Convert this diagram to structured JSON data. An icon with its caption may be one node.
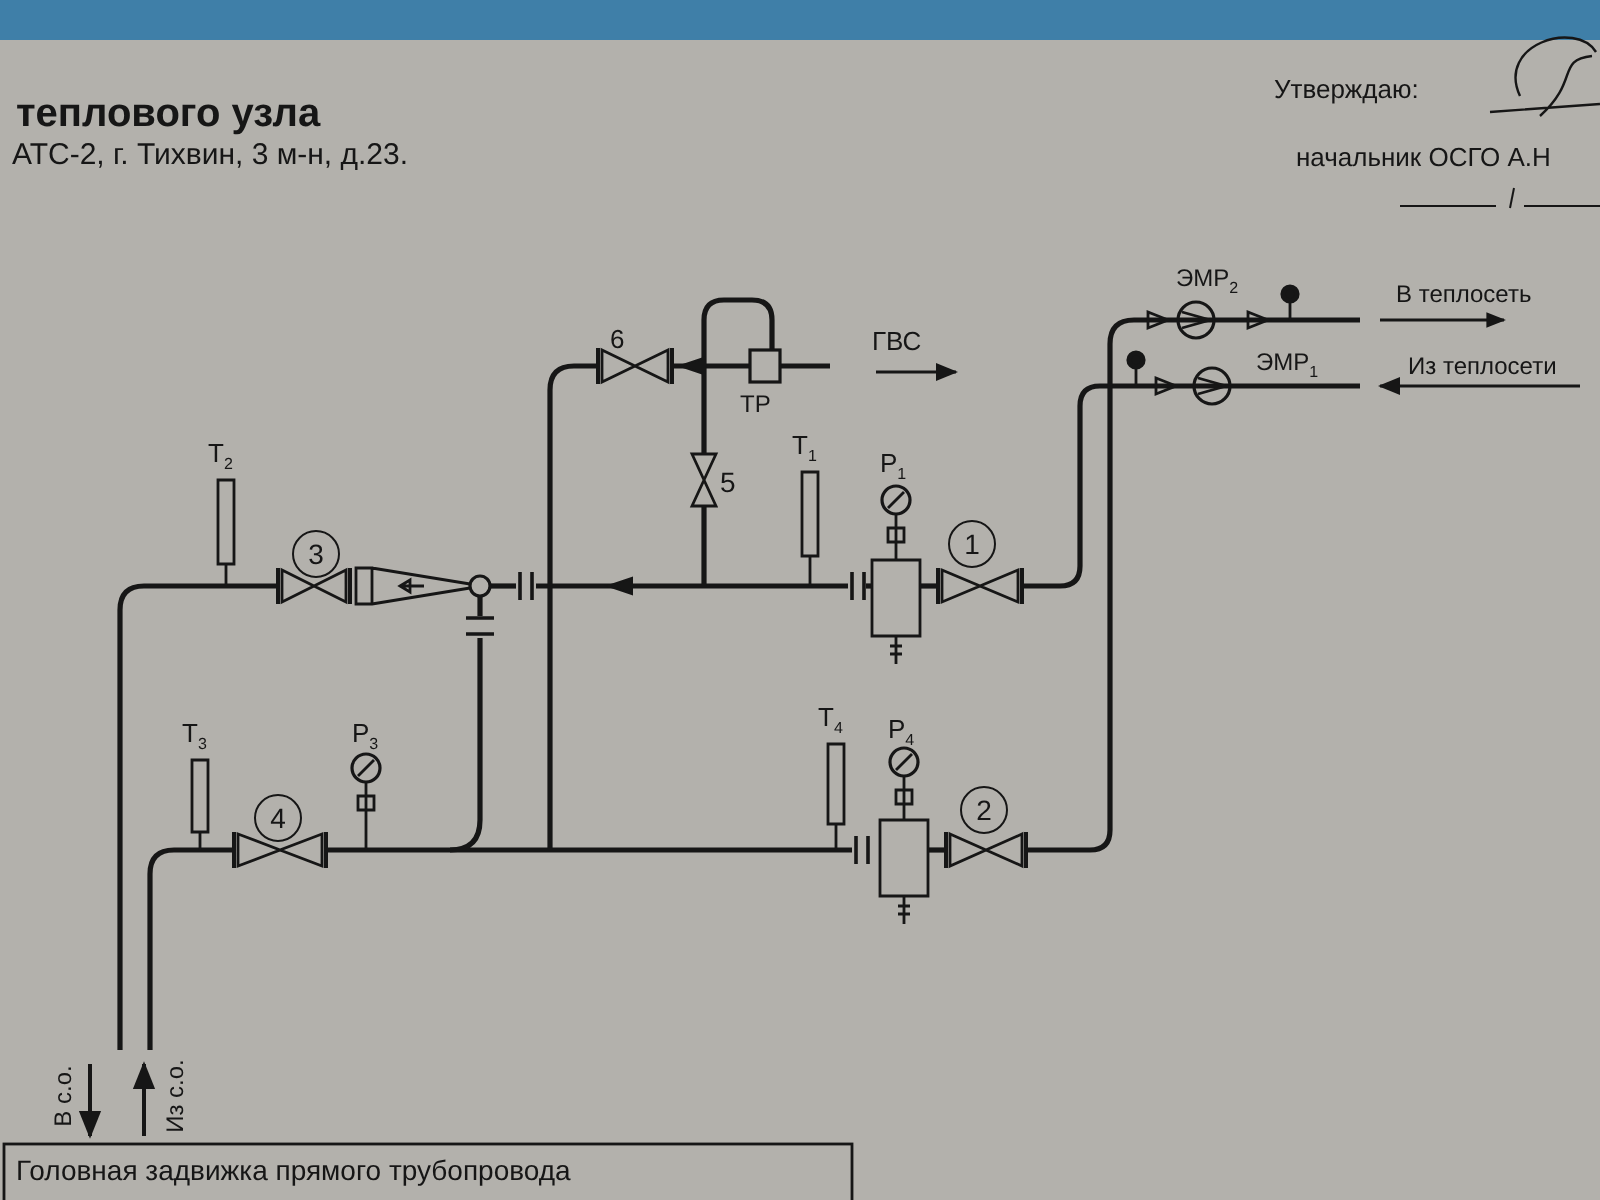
{
  "diagram": {
    "title": "теплового узла",
    "nodes": [
      {
        "text": [
          "3"
        ]
      },
      {
        "text": [
          "1"
        ]
      },
      {
        "text": [
          "4"
        ]
      },
      {
        "text": [
          "2"
        ]
      }
    ],
    "labels": [
      "Утверждаю:",
      "АТС-2, г. Тихвин, 3 м-н, д.23.",
      "начальник ОСГО А.Н",
      "ЭМР$_{2}$",
      "В теплосеть",
      "6",
      "ГВС",
      "ТР",
      "ЭМР$_{1}$",
      "Из теплосети",
      "Т$_{2}$",
      "Т$_{1}$",
      "Р$_{1}$",
      "5",
      "Т$_{3}$",
      "Р$_{3}$",
      "Т$_{4}$",
      "Р$_{4}$",
      "В с.о.",
      "Из с.о.",
      "Головная задвижка прямого трубопровода"
    ]
  }
}
